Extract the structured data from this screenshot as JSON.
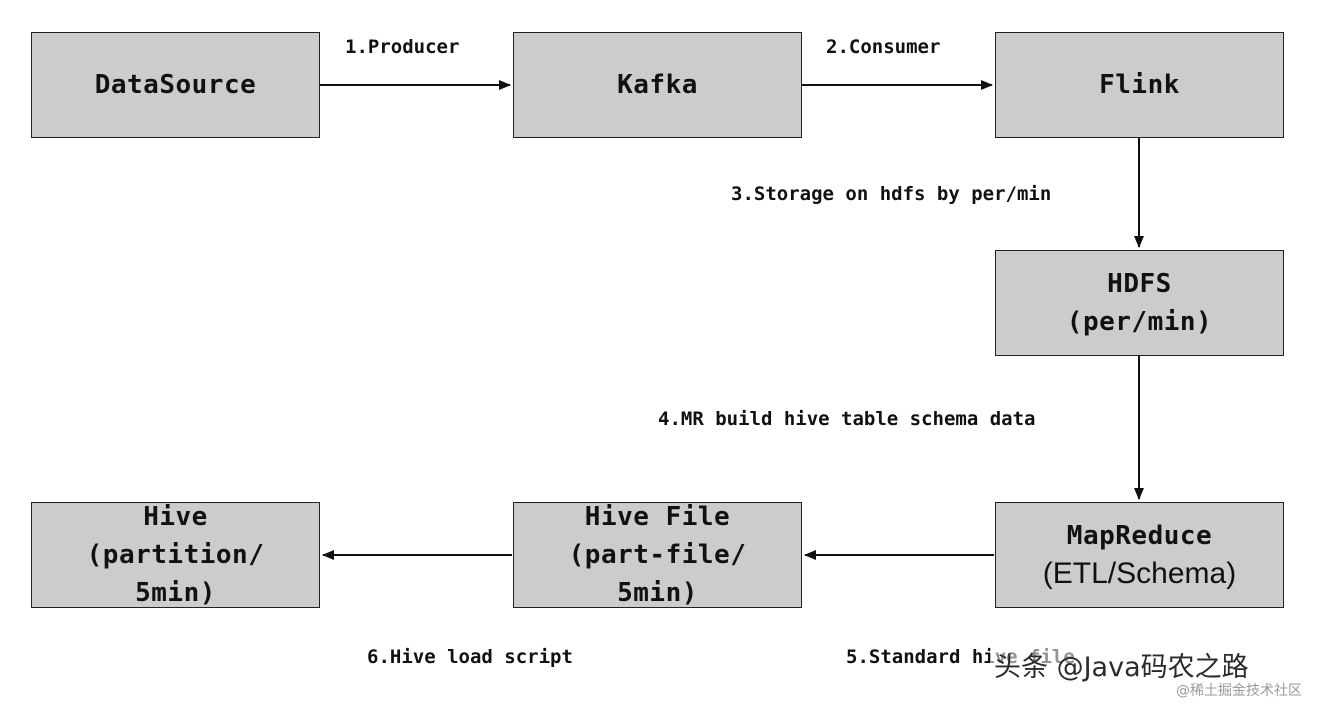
{
  "nodes": {
    "datasource": "DataSource",
    "kafka": "Kafka",
    "flink": "Flink",
    "hdfs_line1": "HDFS",
    "hdfs_line2": "(per/min)",
    "mapreduce_line1": "MapReduce",
    "mapreduce_line2": "(ETL/Schema)",
    "hivefile_line1": "Hive File",
    "hivefile_line2": "(part-file/",
    "hivefile_line3": "5min)",
    "hive_line1": "Hive",
    "hive_line2": "(partition/",
    "hive_line3": "5min)"
  },
  "edges": {
    "e1": "1.Producer",
    "e2": "2.Consumer",
    "e3": "3.Storage on hdfs by per/min",
    "e4": "4.MR build hive table schema data",
    "e5": "5.Standard hive file",
    "e6": "6.Hive load script"
  },
  "watermark": {
    "main": "头条 @Java码农之路",
    "sub": "@稀土掘金技术社区"
  },
  "colors": {
    "node_fill": "#cccccc",
    "node_border": "#222222",
    "arrow": "#111111"
  }
}
